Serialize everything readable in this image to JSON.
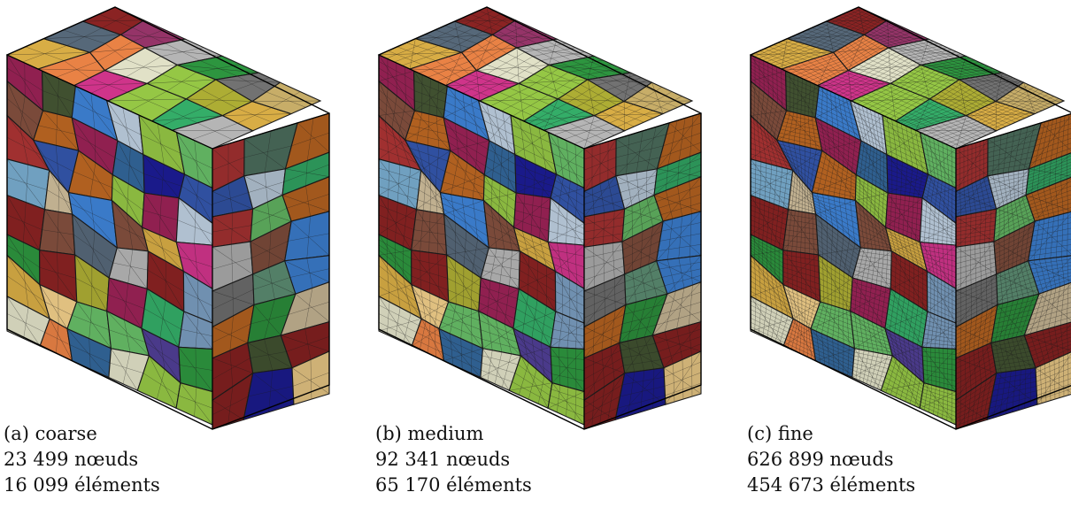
{
  "figure": {
    "panels": [
      {
        "id": "a",
        "caption": "(a) coarse",
        "nodes": "23 499 nœuds",
        "elements": "16 099 éléments",
        "mesh_density": 1
      },
      {
        "id": "b",
        "caption": "(b) medium",
        "nodes": "92 341 nœuds",
        "elements": "65 170 éléments",
        "mesh_density": 2
      },
      {
        "id": "c",
        "caption": "(c) fine",
        "nodes": "626 899 nœuds",
        "elements": "454 673 éléments",
        "mesh_density": 4
      }
    ],
    "grain_palette": [
      "#2f5f8f",
      "#6a8c3a",
      "#b8a060",
      "#7a4a3a",
      "#4a6a5a",
      "#8a3060",
      "#c8a040",
      "#3a7ac8",
      "#5a8a70",
      "#a03030",
      "#d0d0b8",
      "#6a6a6a",
      "#8ab840",
      "#2a8a3a",
      "#b06020",
      "#4a3a8a",
      "#c03080",
      "#7090b0",
      "#a8a8a8",
      "#603020",
      "#d87840",
      "#30a060",
      "#9050b0",
      "#b0c0d0",
      "#506070",
      "#c0b090",
      "#802020",
      "#3050a0",
      "#70a0c0",
      "#a0a030",
      "#e0c080",
      "#405030",
      "#902050",
      "#1a1a8a",
      "#b08070",
      "#60b060"
    ],
    "mesh_color": "#1a1a1a"
  }
}
